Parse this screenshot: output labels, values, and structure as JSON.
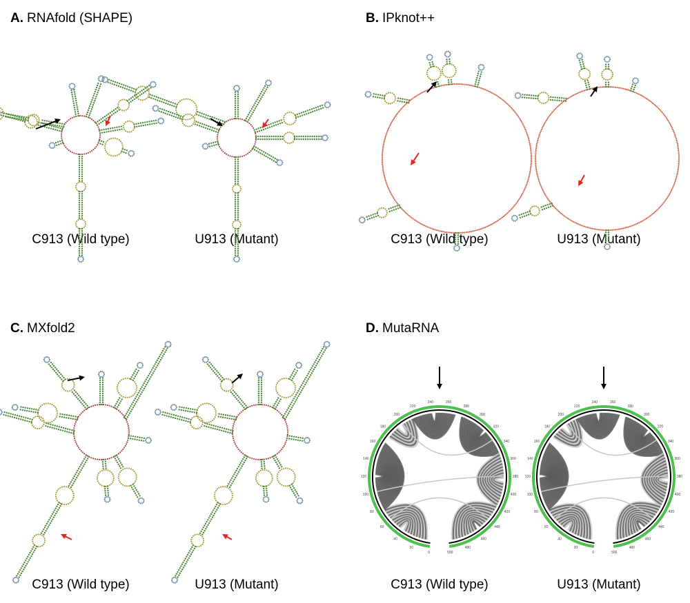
{
  "panels": [
    {
      "letter": "A.",
      "title": "RNAfold (SHAPE)",
      "captions": [
        "C913 (Wild type)",
        "U913 (Mutant)"
      ]
    },
    {
      "letter": "B.",
      "title": "IPknot++",
      "captions": [
        "C913 (Wild type)",
        "U913 (Mutant)"
      ]
    },
    {
      "letter": "C.",
      "title": "MXfold2",
      "captions": [
        "C913 (Wild type)",
        "U913 (Mutant)"
      ]
    },
    {
      "letter": "D.",
      "title": "MutaRNA",
      "captions": [
        "C913 (Wild type)",
        "U913 (Mutant)"
      ]
    }
  ],
  "circos_ticks": [
    "0",
    "20",
    "40",
    "60",
    "80",
    "100",
    "120",
    "140",
    "160",
    "180",
    "200",
    "220",
    "240",
    "260",
    "280",
    "300",
    "320",
    "340",
    "360",
    "380",
    "400",
    "420",
    "440",
    "460",
    "480",
    "500"
  ],
  "colors": {
    "loop": "#b5454a",
    "stem": "#4e8a3a",
    "hairpin": "#6f8fa8",
    "interior": "#a9a040",
    "arrow_black": "#000000",
    "arrow_red": "#e8231f",
    "ring_green": "#4cbf4c",
    "chord_dark": "#5a5a5a",
    "chord_light": "#c8c8c8"
  }
}
